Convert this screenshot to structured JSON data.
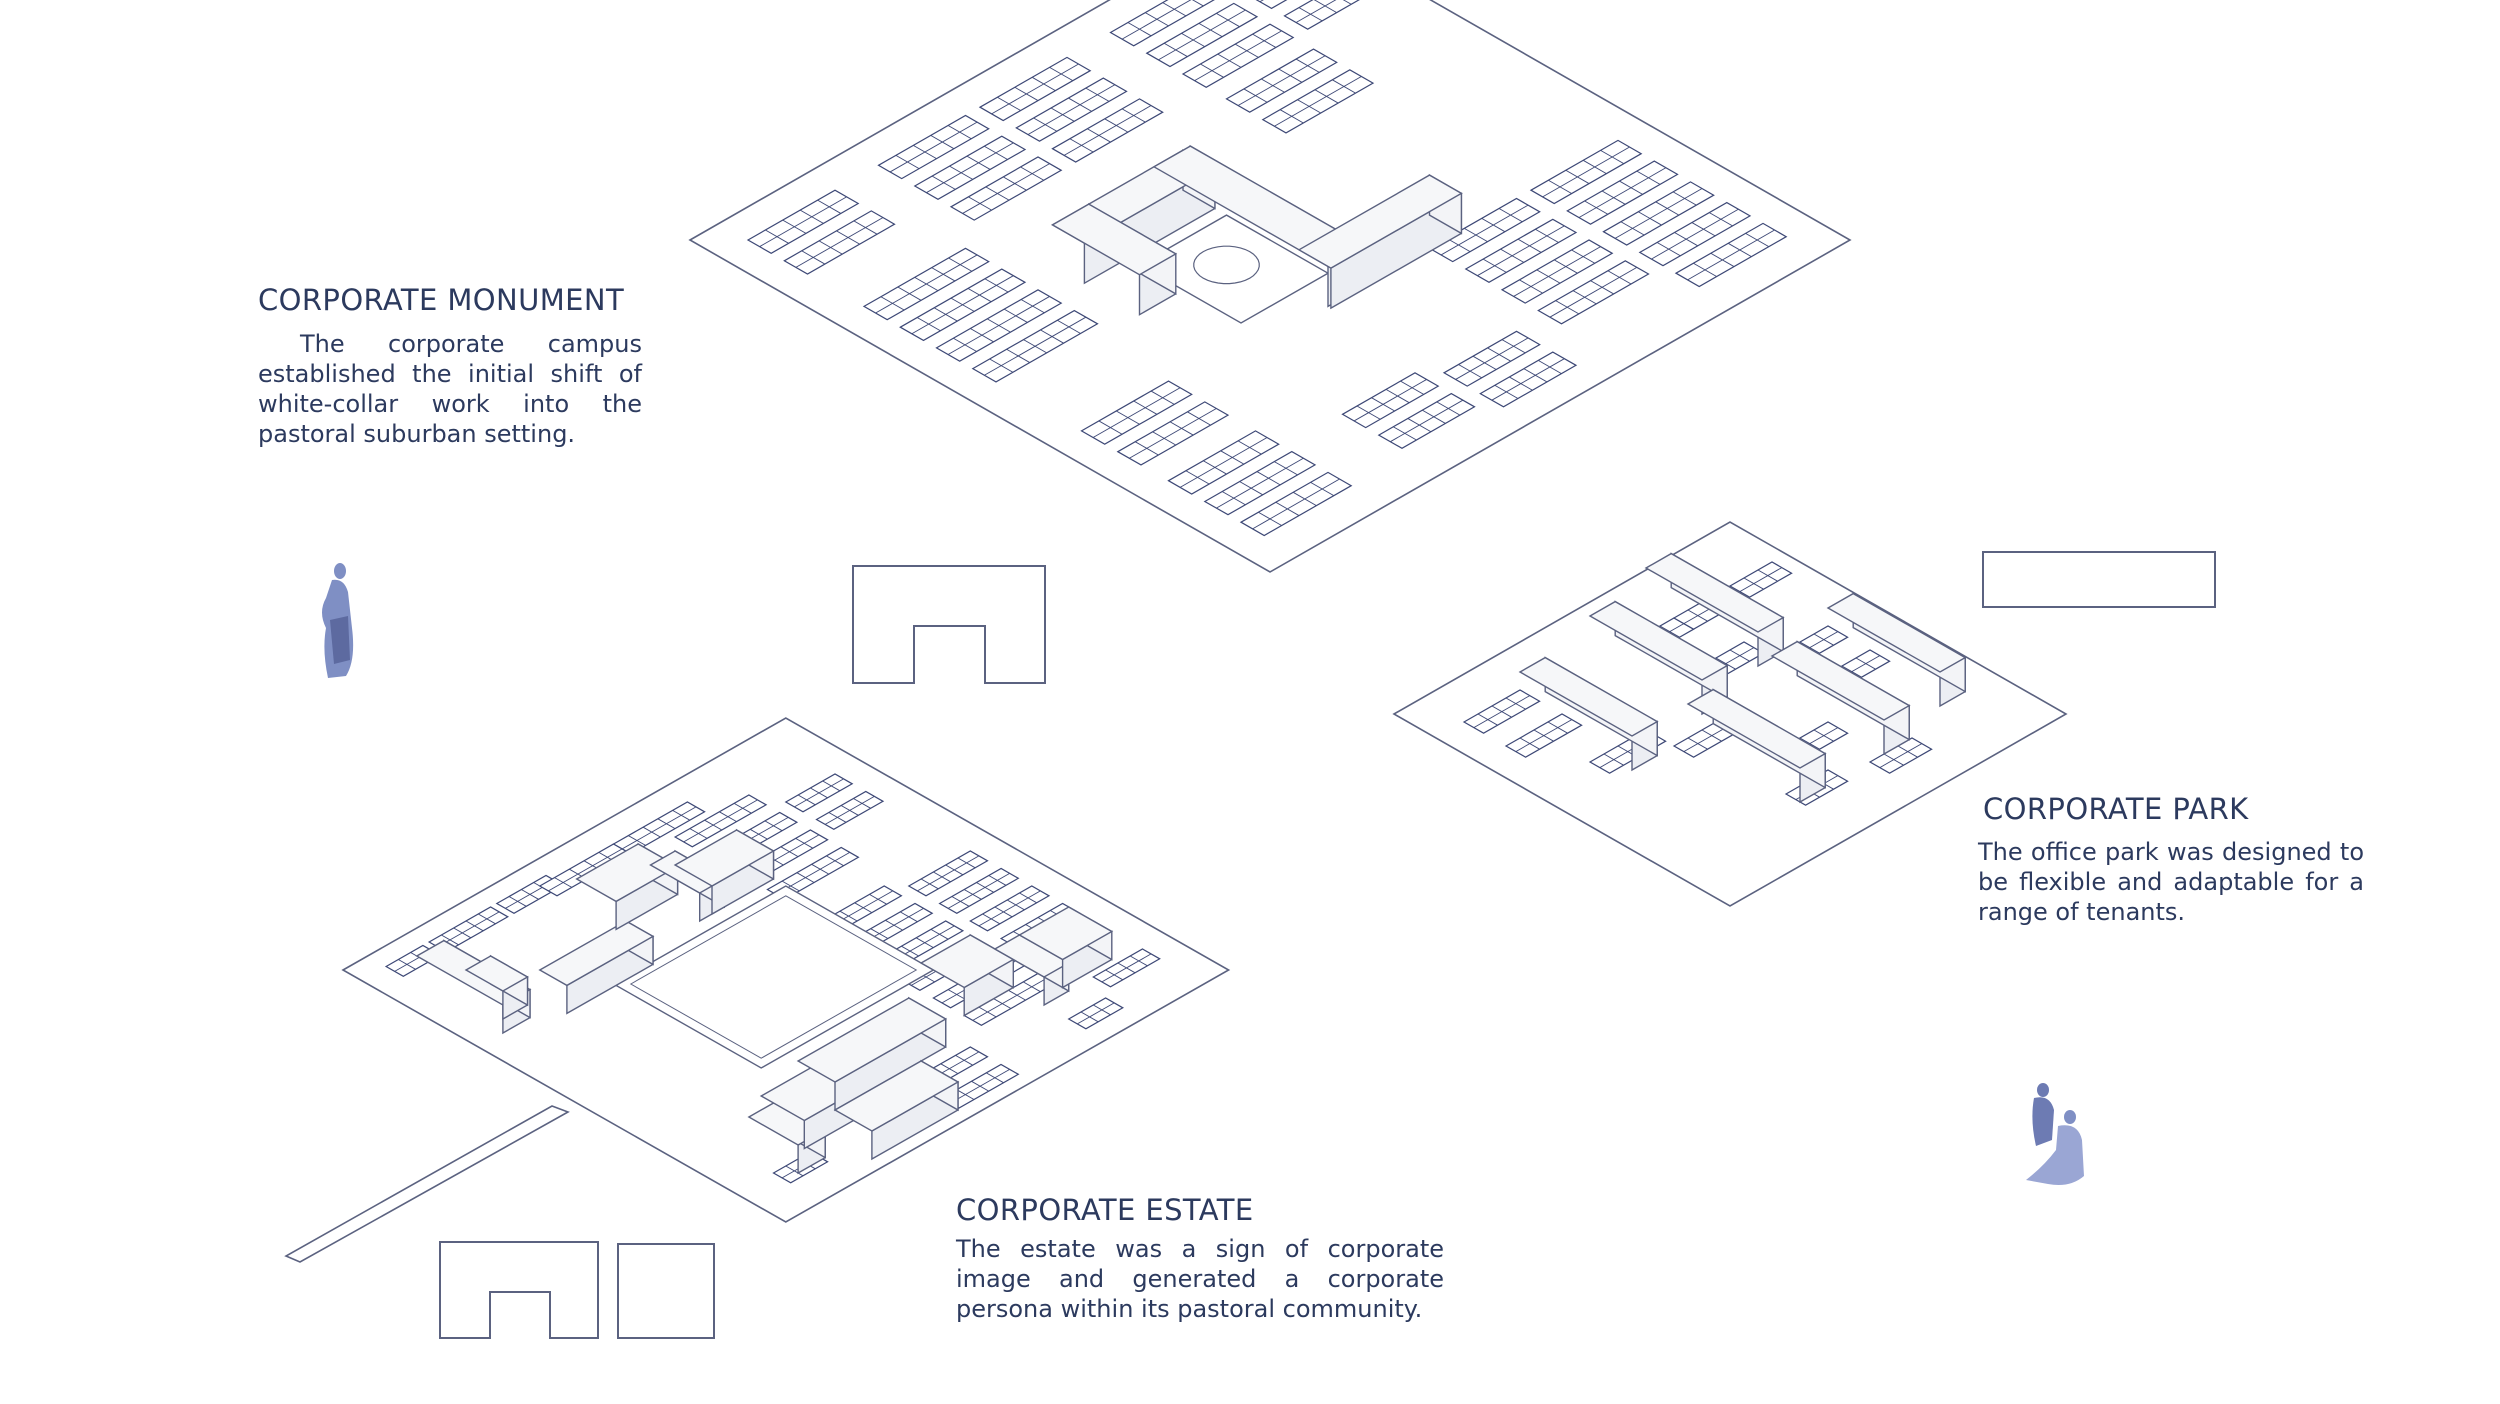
{
  "monument": {
    "title": "CORPORATE MONUMENT",
    "body": "The corporate campus established the initial shift of white-collar work into the pastoral suburban setting."
  },
  "estate": {
    "title": "CORPORATE ESTATE",
    "body": "The estate was a sign of corporate image and generated a corporate persona within its pastoral community."
  },
  "park": {
    "title": "CORPORATE PARK",
    "body": "The office park was designed to be flexible and adaptable for a range of tenants."
  },
  "colors": {
    "text": "#2c3a5e",
    "line": "#5b6280",
    "parking": "#3d4876",
    "building": "#f6f7f9",
    "figure": "#7f8fc4"
  },
  "icons": [
    "person-figure-icon",
    "seated-figures-icon"
  ]
}
